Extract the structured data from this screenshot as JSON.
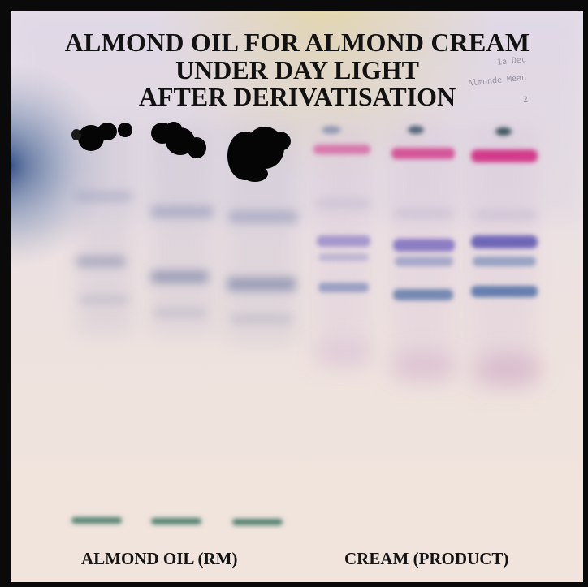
{
  "title": {
    "line1": "ALMOND OIL FOR ALMOND CREAM",
    "line2": "UNDER DAY LIGHT",
    "line3": "AFTER DERIVATISATION"
  },
  "labels": {
    "left_group": "ALMOND OIL (RM)",
    "right_group": "CREAM (PRODUCT)"
  },
  "handwritten_notes": [
    "1a Dec",
    "Almonde Mean",
    "2"
  ],
  "colors": {
    "frame": "#0a0a0a",
    "plate": "#ece1df",
    "ink_title": "#121212",
    "spot_dark": "#050505",
    "band_green": "#4f7f70",
    "band_grey_blue": "#8a8db1",
    "band_magenta": "#d23f8c",
    "band_violet": "#6f62b6",
    "band_blue": "#5a76a8"
  }
}
